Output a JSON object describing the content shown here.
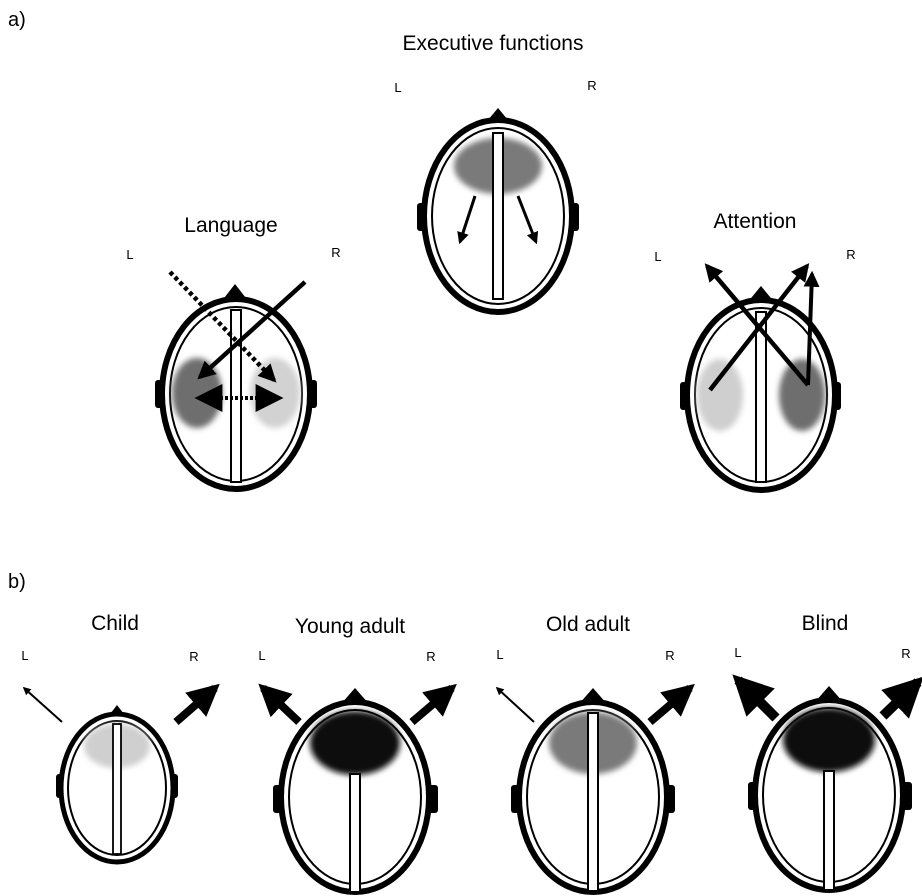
{
  "panel_a": {
    "label": "a)",
    "executive": {
      "title": "Executive functions",
      "left": "L",
      "right": "R"
    },
    "language": {
      "title": "Language",
      "left": "L",
      "right": "R"
    },
    "attention": {
      "title": "Attention",
      "left": "L",
      "right": "R"
    }
  },
  "panel_b": {
    "label": "b)",
    "child": {
      "title": "Child",
      "left": "L",
      "right": "R"
    },
    "young_adult": {
      "title": "Young adult",
      "left": "L",
      "right": "R"
    },
    "old_adult": {
      "title": "Old adult",
      "left": "L",
      "right": "R"
    },
    "blind": {
      "title": "Blind",
      "left": "L",
      "right": "R"
    }
  },
  "colors": {
    "outline": "#000000",
    "dark_region": "#111111",
    "mid_region": "#7a7a7a",
    "light_region": "#c8c8c8"
  }
}
